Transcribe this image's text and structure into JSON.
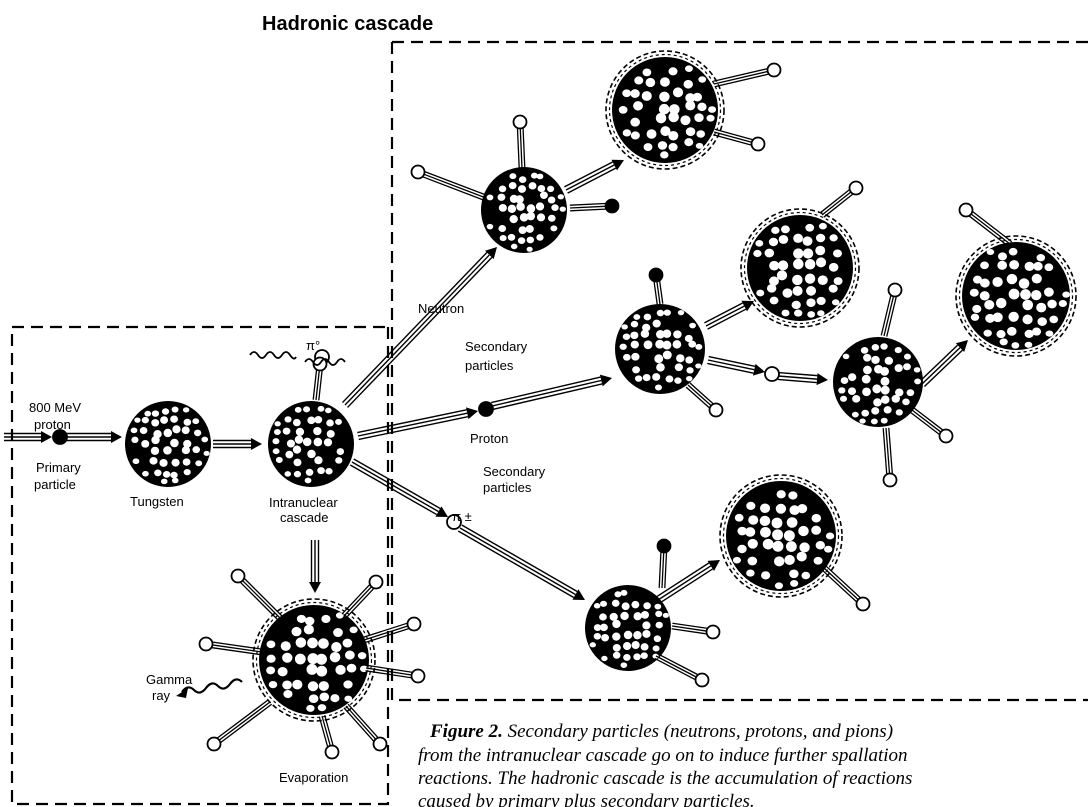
{
  "title": "Hadronic cascade",
  "labels": {
    "proton_energy": "800 MeV",
    "proton": "proton",
    "primary_1": "Primary",
    "primary_2": "particle",
    "tungsten": "Tungsten",
    "intranuclear_1": "Intranuclear",
    "intranuclear_2": "cascade",
    "pi_zero": "π°",
    "neutron": "Neutron",
    "secondary_top_1": "Secondary",
    "secondary_top_2": "particles",
    "proton_mid": "Proton",
    "secondary_bottom_1": "Secondary",
    "secondary_bottom_2": "particles",
    "pi_pm": "π ±",
    "gamma_1": "Gamma",
    "gamma_2": "ray",
    "evaporation": "Evaporation"
  },
  "caption": {
    "prefix": "Figure 2.",
    "line1": " Secondary particles (neutrons, protons, and pions)",
    "line2": "from the intranuclear cascade go on to induce further spallation",
    "line3": "reactions. The hadronic cascade is the accumulation of reactions",
    "line4": "caused by primary plus secondary particles."
  },
  "colors": {
    "ink": "#000000",
    "paper": "#ffffff"
  }
}
